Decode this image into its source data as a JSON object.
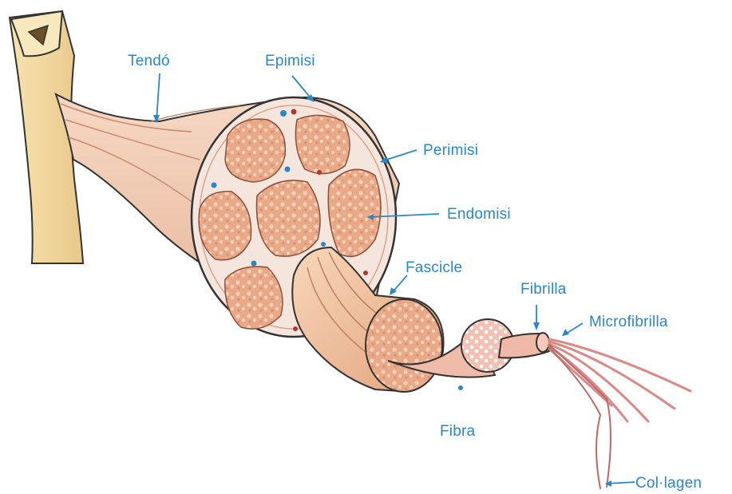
{
  "labels": {
    "tendo": "Tendó",
    "epimisi": "Epimisi",
    "perimisi": "Perimisi",
    "endomisi": "Endomisi",
    "fascicle": "Fascicle",
    "fibrilla": "Fibrilla",
    "microfibrilla": "Microfibrilla",
    "fibra": "Fibra",
    "collagen": "Col·lagen"
  },
  "colors": {
    "label": "#2a86c6",
    "bone": "#f2dba0",
    "muscle_fill": "#f3cdb4",
    "fascicle_fill": "#ecb796",
    "outline": "#333333"
  }
}
